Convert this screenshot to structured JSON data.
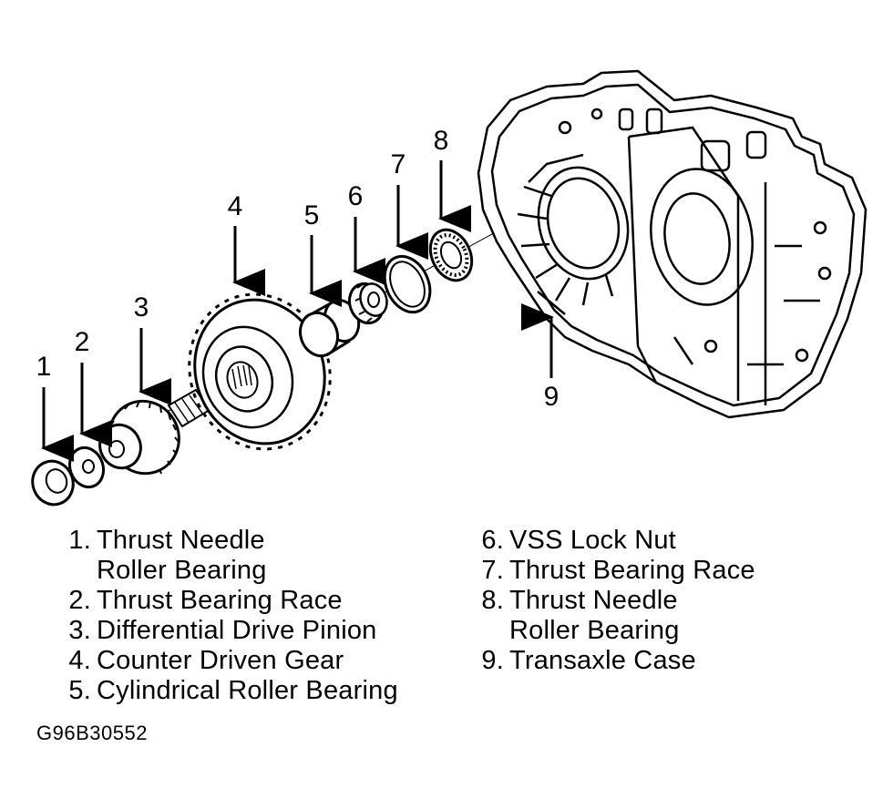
{
  "callouts": [
    "1",
    "2",
    "3",
    "4",
    "5",
    "6",
    "7",
    "8",
    "9"
  ],
  "legend_left": [
    {
      "num": "1.",
      "lines": [
        "Thrust Needle",
        "Roller Bearing"
      ]
    },
    {
      "num": "2.",
      "lines": [
        "Thrust Bearing Race"
      ]
    },
    {
      "num": "3.",
      "lines": [
        "Differential Drive Pinion"
      ]
    },
    {
      "num": "4.",
      "lines": [
        "Counter Driven Gear"
      ]
    },
    {
      "num": "5.",
      "lines": [
        "Cylindrical Roller Bearing"
      ]
    }
  ],
  "legend_right": [
    {
      "num": "6.",
      "lines": [
        "VSS Lock Nut"
      ]
    },
    {
      "num": "7.",
      "lines": [
        "Thrust Bearing Race"
      ]
    },
    {
      "num": "8.",
      "lines": [
        "Thrust Needle",
        "Roller Bearing"
      ]
    },
    {
      "num": "9.",
      "lines": [
        "Transaxle Case"
      ]
    }
  ],
  "figure_id": "G96B30552"
}
